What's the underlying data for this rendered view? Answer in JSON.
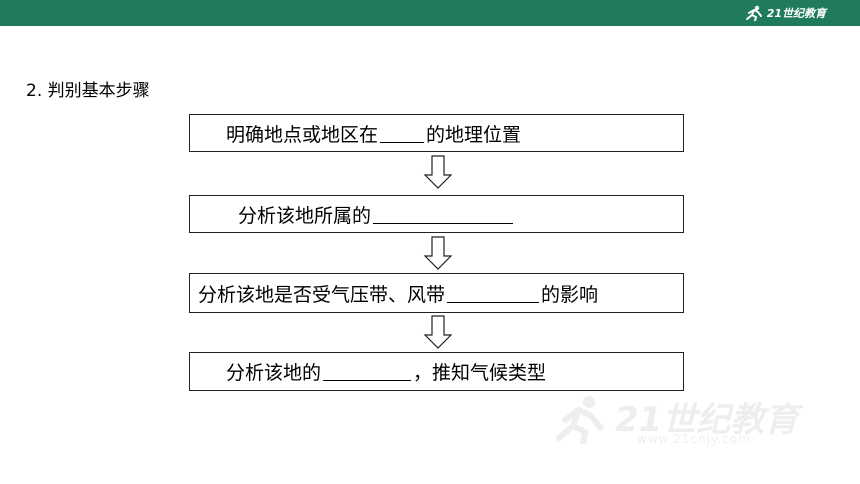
{
  "header": {
    "brand_text": "21世纪教育",
    "bar_color": "#1f7a5e"
  },
  "heading": "2.  判别基本步骤",
  "steps": [
    {
      "before": "明确地点或地区在",
      "after": "的地理位置"
    },
    {
      "before": "分析该地所属的",
      "after": ""
    },
    {
      "before": "分析该地是否受气压带、风带",
      "after": "的影响"
    },
    {
      "before": "分析该地的",
      "after": "，推知气候类型"
    }
  ],
  "watermark": {
    "text": "21世纪教育",
    "url": "www.21cnjy.com"
  },
  "icons": {
    "arrow": "down-arrow-icon",
    "logo": "runner-logo-icon"
  }
}
